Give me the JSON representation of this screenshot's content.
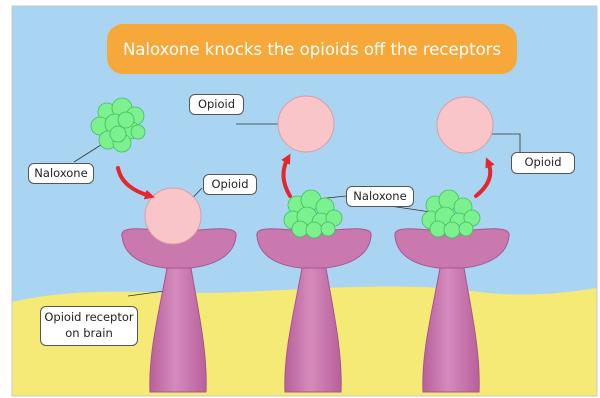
{
  "title": "Naloxone knocks the opioids off the receptors",
  "labels": {
    "naloxone_left": "Naloxone",
    "opioid_top_left": "Opioid",
    "opioid_center": "Opioid",
    "naloxone_center": "Naloxone",
    "opioid_right": "Opioid",
    "receptor": "Opioid receptor\non brain"
  },
  "colors": {
    "sky": "#a9d5f3",
    "ground": "#f5ea76",
    "banner": "#f6a83a",
    "receptor": "#c979ad",
    "opioid": "#f9c5c8",
    "naloxone": "#7df08f",
    "arrow": "#e5262a"
  }
}
